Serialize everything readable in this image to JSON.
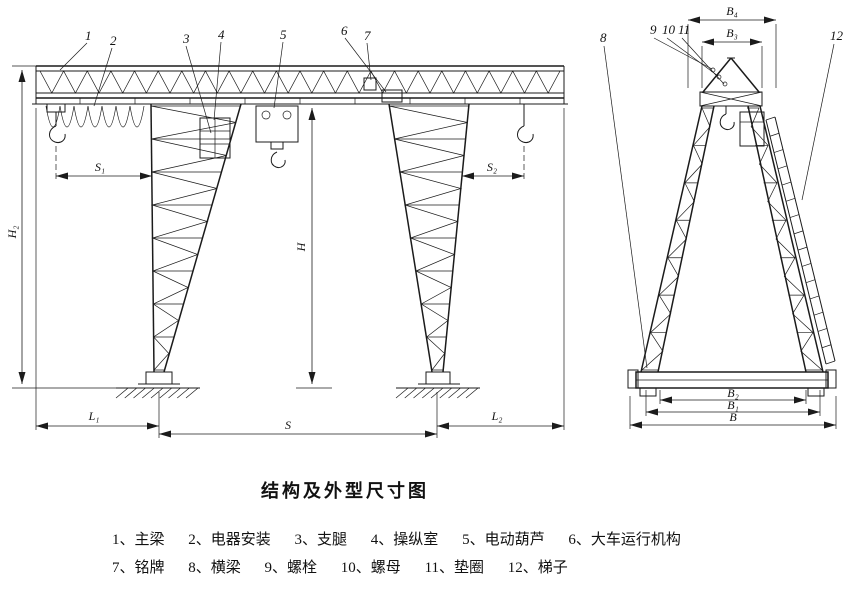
{
  "title": "结构及外型尺寸图",
  "legend": {
    "row1": [
      "1、主梁",
      "2、电器安装",
      "3、支腿",
      "4、操纵室",
      "5、电动葫芦",
      "6、大车运行机构"
    ],
    "row2": [
      "7、铭牌",
      "8、横梁",
      "9、螺栓",
      "10、螺母",
      "11、垫圈",
      "12、梯子"
    ]
  },
  "callouts": {
    "n1": "1",
    "n2": "2",
    "n3": "3",
    "n4": "4",
    "n5": "5",
    "n6": "6",
    "n7": "7",
    "n8": "8",
    "n9": "9",
    "n10": "10",
    "n11": "11",
    "n12": "12"
  },
  "dims": {
    "h2": "H₂",
    "h": "H",
    "s1": "S₁",
    "s2": "S₂",
    "l1": "L₁",
    "s": "S",
    "l2": "L₂",
    "b4": "B₄",
    "b3": "B₃",
    "b2": "B₂",
    "b1": "B₁",
    "b": "B"
  },
  "colors": {
    "line": "#1b1b1b",
    "background": "#ffffff"
  }
}
